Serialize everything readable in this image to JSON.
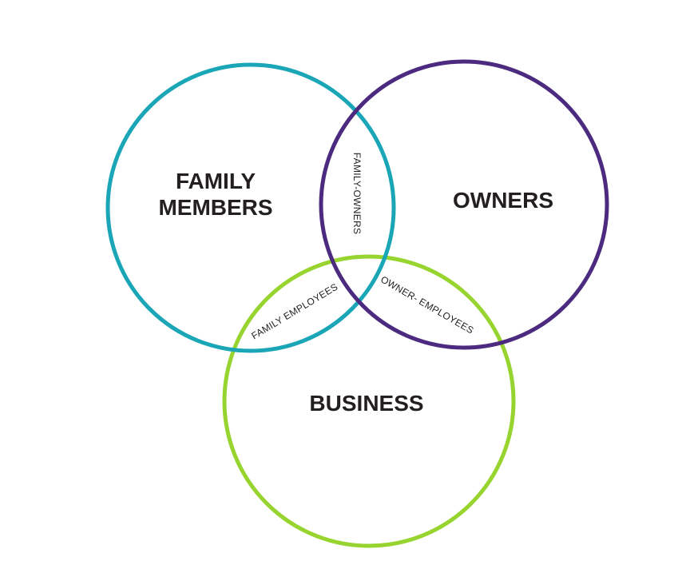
{
  "colors": {
    "family": "#1aa6b7",
    "owners": "#4b2a7f",
    "business": "#97d42f",
    "text": "#231f20"
  },
  "sets": {
    "family_line1": "FAMILY",
    "family_line2": "MEMBERS",
    "owners": "OWNERS",
    "business": "BUSINESS"
  },
  "intersections": {
    "family_owners": "FAMILY-OWNERS",
    "family_employees": "FAMILY EMPLOYEES",
    "owner_employees": "OWNER- EMPLOYEES"
  }
}
